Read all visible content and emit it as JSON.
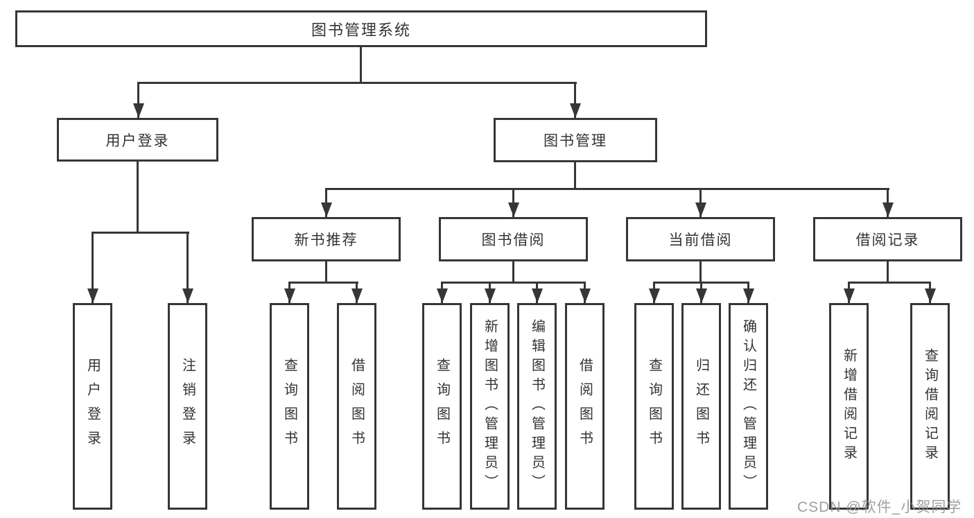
{
  "diagram": {
    "type": "tree",
    "title": "图书管理系统",
    "watermark": "CSDN @软件_小贺同学",
    "colors": {
      "line": "#363636",
      "text": "#333333",
      "background": "#ffffff",
      "watermark": "#8e8e8e"
    },
    "nodes": {
      "root": {
        "label": "图书管理系统",
        "children": [
          "user_login",
          "book_management"
        ]
      },
      "user_login": {
        "label": "用户登录",
        "children": [
          "leaf_user_login",
          "leaf_logout"
        ]
      },
      "book_management": {
        "label": "图书管理",
        "children": [
          "new_book_recommend",
          "book_borrow",
          "current_borrow",
          "borrow_record"
        ]
      },
      "new_book_recommend": {
        "label": "新书推荐",
        "children": [
          "leaf_rec_query_book",
          "leaf_rec_borrow_book"
        ]
      },
      "book_borrow": {
        "label": "图书借阅",
        "children": [
          "leaf_bb_query_book",
          "leaf_bb_add_book",
          "leaf_bb_edit_book",
          "leaf_bb_borrow_book"
        ]
      },
      "current_borrow": {
        "label": "当前借阅",
        "children": [
          "leaf_cb_query_book",
          "leaf_cb_return_book",
          "leaf_cb_confirm_return"
        ]
      },
      "borrow_record": {
        "label": "借阅记录",
        "children": [
          "leaf_br_add_record",
          "leaf_br_query_record"
        ]
      },
      "leaf_user_login": {
        "label": "用户登录"
      },
      "leaf_logout": {
        "label": "注销登录"
      },
      "leaf_rec_query_book": {
        "label": "查询图书"
      },
      "leaf_rec_borrow_book": {
        "label": "借阅图书"
      },
      "leaf_bb_query_book": {
        "label": "查询图书"
      },
      "leaf_bb_add_book": {
        "label": "新增图书（管理员）"
      },
      "leaf_bb_edit_book": {
        "label": "编辑图书（管理员）"
      },
      "leaf_bb_borrow_book": {
        "label": "借阅图书"
      },
      "leaf_cb_query_book": {
        "label": "查询图书"
      },
      "leaf_cb_return_book": {
        "label": "归还图书"
      },
      "leaf_cb_confirm_return": {
        "label": "确认归还（管理员）"
      },
      "leaf_br_add_record": {
        "label": "新增借阅记录"
      },
      "leaf_br_query_record": {
        "label": "查询借阅记录"
      }
    }
  }
}
